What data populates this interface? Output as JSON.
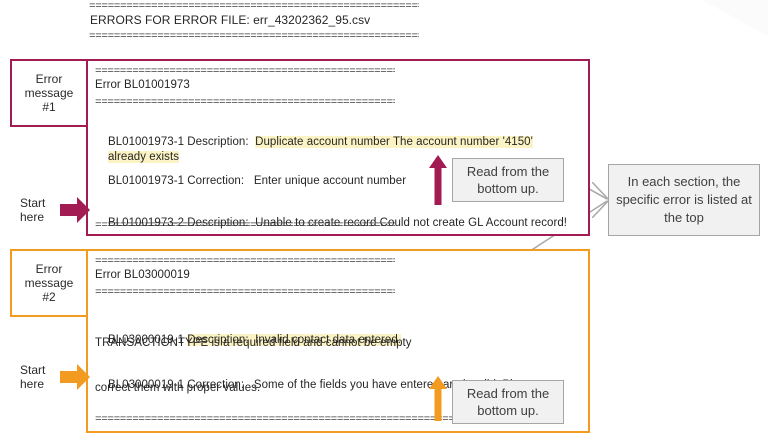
{
  "header": {
    "rule_top": "==========================================================",
    "title": "ERRORS FOR ERROR FILE: err_43202362_95.csv",
    "rule_bottom": "=========================================================="
  },
  "labels": {
    "error_message_1": "Error\nmessage\n#1",
    "error_message_2": "Error\nmessage\n#2",
    "start_here_1": "Start\nhere",
    "start_here_2": "Start\nhere"
  },
  "callouts": {
    "read_bottom_up_1": "Read from the bottom up.",
    "read_bottom_up_2": "Read from the bottom up.",
    "section_note": "In each section, the specific error is listed at the top"
  },
  "error_block_1": {
    "rule_top": "=================================================",
    "error_id_line": "Error BL01001973",
    "rule_under_id": "=================================================",
    "line_desc1_prefix": "BL01001973-1 Description:",
    "line_desc1_highlight": "Duplicate account number The account number '4150'",
    "line_desc1_highlight_cont": "already exists",
    "line_corr1_prefix": "BL01001973-1 Correction:",
    "line_corr1_text": "Enter unique account number",
    "line_desc2_prefix": "BL01001973-2 Description:",
    "line_desc2_text": "Unable to create record Could not create GL Account record!",
    "rule_bottom": "================================================="
  },
  "error_block_2": {
    "rule_top": "=================================================",
    "error_id_line": "Error BL03000019",
    "rule_under_id": "=================================================",
    "line_desc1_prefix": "BL03000019-1",
    "line_desc1_highlight": "Description:  Invalid contact data entered.",
    "line_desc1_cont": "TRANSACTIONTYPE is a required field and cannot be empty",
    "line_corr1_prefix": "BL03000019-1 Correction:",
    "line_corr1_text": "Some of the fields you have entered are invalid. Please",
    "line_corr1_cont": "correct them with proper values.",
    "rule_bottom": "============================================================"
  },
  "colors": {
    "crimson": "#A21B52",
    "orange": "#F39A21",
    "highlight": "#FCF3C4",
    "callout_bg": "#F1F1F1",
    "callout_border": "#A6A6A6",
    "leader_line": "#ABABAB",
    "text": "#262626"
  }
}
